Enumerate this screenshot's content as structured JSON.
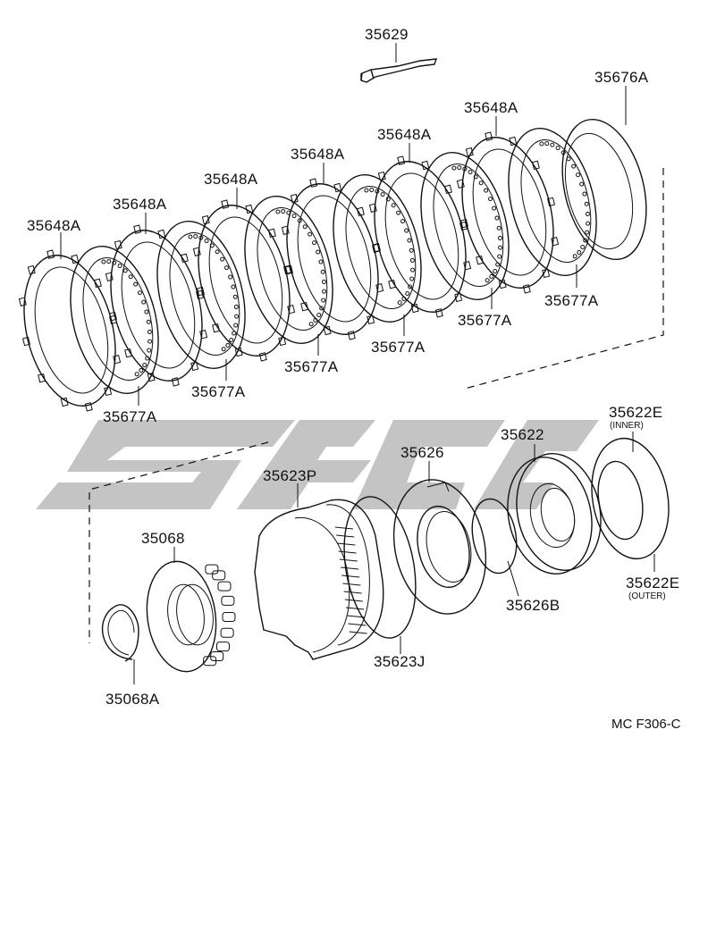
{
  "labels": {
    "p35629": "35629",
    "p35676A": "35676A",
    "p35648A_1": "35648A",
    "p35648A_2": "35648A",
    "p35648A_3": "35648A",
    "p35648A_4": "35648A",
    "p35648A_5": "35648A",
    "p35648A_6": "35648A",
    "p35677A_1": "35677A",
    "p35677A_2": "35677A",
    "p35677A_3": "35677A",
    "p35677A_4": "35677A",
    "p35677A_5": "35677A",
    "p35677A_6": "35677A",
    "p35622E_inner": "35622E",
    "p35622E_inner_note": "(INNER)",
    "p35622": "35622",
    "p35626": "35626",
    "p35623P": "35623P",
    "p35068": "35068",
    "p35622E_outer": "35622E",
    "p35622E_outer_note": "(OUTER)",
    "p35626B": "35626B",
    "p35623J": "35623J",
    "p35068A": "35068A"
  },
  "drawing_code": "MC F306-C",
  "colors": {
    "line": "#111111",
    "watermark": "#c4c4c4",
    "background": "#ffffff"
  }
}
